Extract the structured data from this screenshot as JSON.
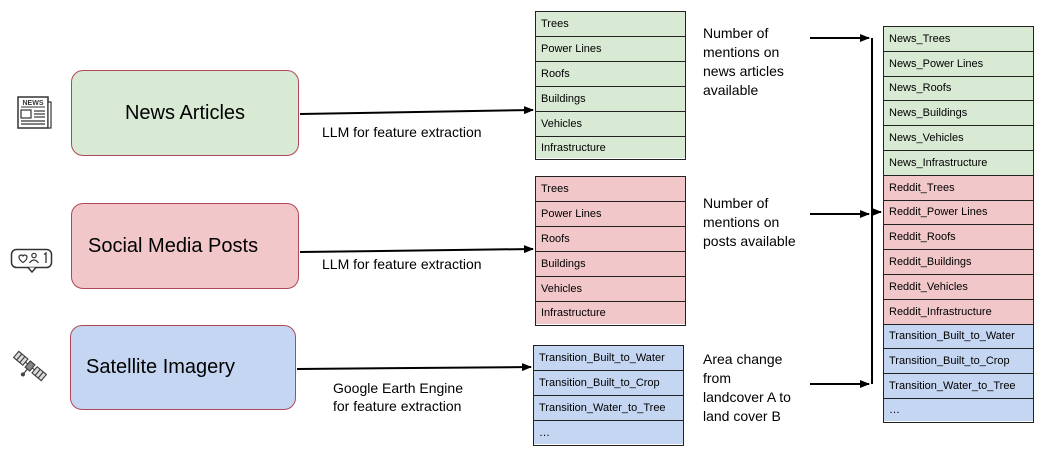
{
  "sources": {
    "news": "News Articles",
    "social": "Social Media Posts",
    "satellite": "Satellite Imagery"
  },
  "edge_labels": {
    "news": "LLM for feature extraction",
    "social": "LLM for feature extraction",
    "satellite_line1": "Google Earth Engine",
    "satellite_line2": "for feature extraction"
  },
  "news_features": [
    "Trees",
    "Power Lines",
    "Roofs",
    "Buildings",
    "Vehicles",
    "Infrastructure"
  ],
  "social_features": [
    "Trees",
    "Power Lines",
    "Roofs",
    "Buildings",
    "Vehicles",
    "Infrastructure"
  ],
  "satellite_features": [
    "Transition_Built_to_Water",
    "Transition_Built_to_Crop",
    "Transition_Water_to_Tree",
    "…"
  ],
  "notes": {
    "news": [
      "Number of",
      "mentions on",
      "news articles",
      "available"
    ],
    "social": [
      "Number of",
      "mentions on",
      "posts available"
    ],
    "satellite": [
      "Area change",
      "from",
      "landcover A to",
      "land cover B"
    ]
  },
  "combined_features": [
    {
      "label": "News_Trees",
      "group": "green"
    },
    {
      "label": "News_Power Lines",
      "group": "green"
    },
    {
      "label": "News_Roofs",
      "group": "green"
    },
    {
      "label": "News_Buildings",
      "group": "green"
    },
    {
      "label": "News_Vehicles",
      "group": "green"
    },
    {
      "label": "News_Infrastructure",
      "group": "green"
    },
    {
      "label": "Reddit_Trees",
      "group": "pink"
    },
    {
      "label": "Reddit_Power Lines",
      "group": "pink"
    },
    {
      "label": "Reddit_Roofs",
      "group": "pink"
    },
    {
      "label": "Reddit_Buildings",
      "group": "pink"
    },
    {
      "label": "Reddit_Vehicles",
      "group": "pink"
    },
    {
      "label": "Reddit_Infrastructure",
      "group": "pink"
    },
    {
      "label": "Transition_Built_to_Water",
      "group": "blue"
    },
    {
      "label": "Transition_Built_to_Crop",
      "group": "blue"
    },
    {
      "label": "Transition_Water_to_Tree",
      "group": "blue"
    },
    {
      "label": "…",
      "group": "blue"
    }
  ],
  "icons": {
    "news": "newspaper-icon",
    "social": "social-post-icon",
    "satellite": "satellite-icon",
    "newspaper_mark": "NEWS"
  },
  "colors": {
    "news": "#d8e9d4",
    "social": "#f1c7c9",
    "satellite": "#c5d6f3",
    "source_border": "#b0485a"
  }
}
